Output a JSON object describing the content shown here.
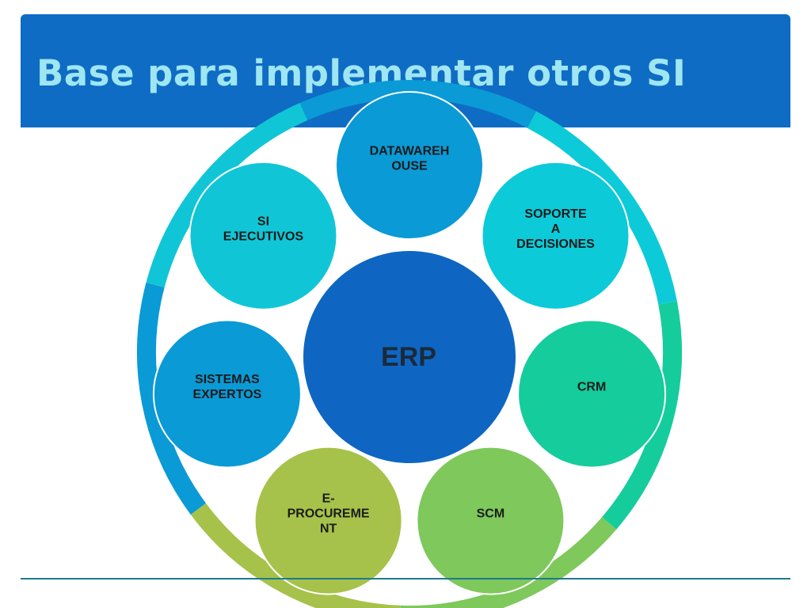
{
  "slide": {
    "title": "Base para implementar otros SI"
  },
  "diagram": {
    "center": {
      "label": "ERP",
      "color": "#0e66c2"
    },
    "nodes": [
      {
        "id": "datawarehouse",
        "lines": [
          "DATAWAREH",
          "OUSE"
        ],
        "color": "#0a9ad6"
      },
      {
        "id": "soporte-decisiones",
        "lines": [
          "SOPORTE",
          "A",
          "DECISIONES"
        ],
        "color": "#0dcad8"
      },
      {
        "id": "crm",
        "lines": [
          "CRM"
        ],
        "color": "#15cc9c"
      },
      {
        "id": "scm",
        "lines": [
          "SCM"
        ],
        "color": "#7ec85c"
      },
      {
        "id": "e-procurement",
        "lines": [
          "E-",
          "PROCUREME",
          "NT"
        ],
        "color": "#a6c24a"
      },
      {
        "id": "sistemas-expertos",
        "lines": [
          "SISTEMAS",
          "EXPERTOS"
        ],
        "color": "#0a9ad6"
      },
      {
        "id": "si-ejecutivos",
        "lines": [
          "SI",
          "EJECUTIVOS"
        ],
        "color": "#10c6d6"
      }
    ],
    "ring_colors": [
      "#0a9ad6",
      "#0dcad8",
      "#15cc9c",
      "#7ec85c",
      "#a6c24a",
      "#0a9ad6",
      "#10c6d6"
    ]
  }
}
